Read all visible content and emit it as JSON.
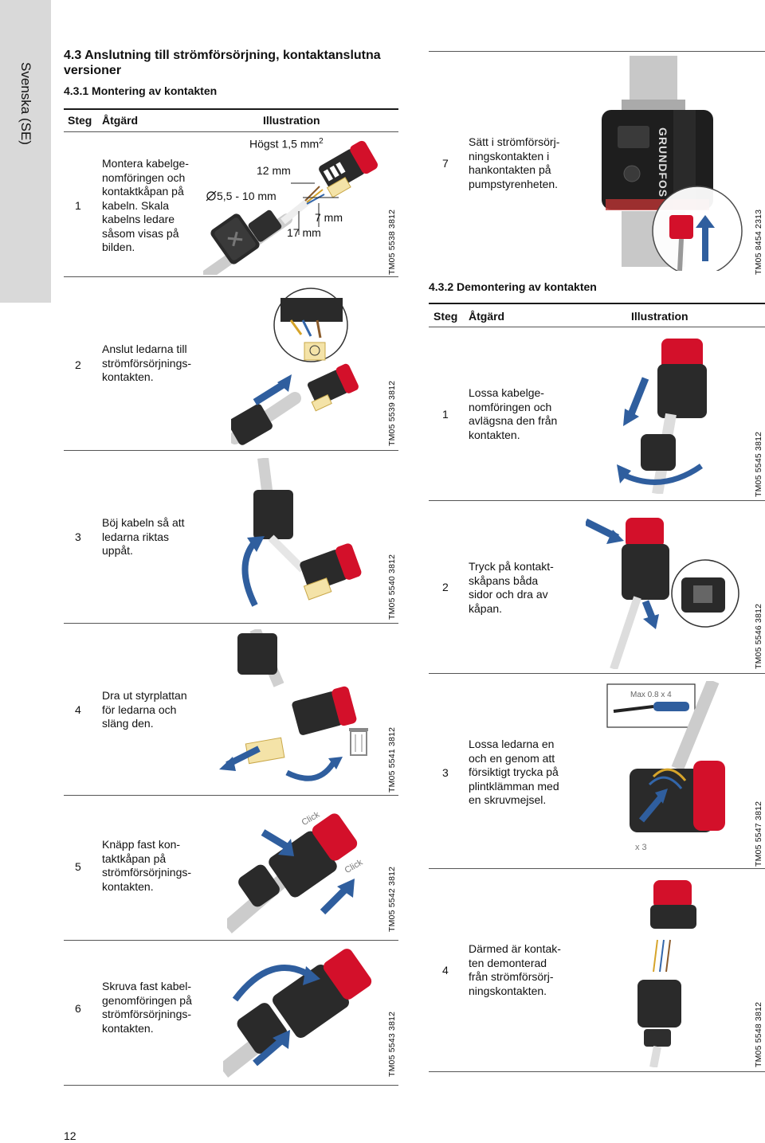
{
  "side_tab": "Svenska (SE)",
  "section_title": "4.3 Anslutning till strömförsörjning, kontaktanslutna versioner",
  "section_title_line1": "4.3 Anslutning till strömförsörjning, kontaktanslutna",
  "section_title_line2": "versioner",
  "subsection_mount": "4.3.1 Montering av kontakten",
  "subsection_dismount": "4.3.2 Demontering av kontakten",
  "headers": {
    "step": "Steg",
    "action": "Åtgärd",
    "illustration": "Illustration"
  },
  "illustration_1_labels": {
    "max_area": "Högst 1,5 mm",
    "max_area_sup": "2",
    "len12": "12 mm",
    "diameter": "5,5 - 10 mm",
    "len7": "7 mm",
    "len17": "17 mm"
  },
  "mount_steps": [
    {
      "step": "1",
      "text": "Montera kabelge-\nnomföringen och\nkontaktkåpan på\nkabeln. Skala\nkabelns ledare\nsåsom visas på\nbilden.",
      "code": "TM05 5538 3812"
    },
    {
      "step": "2",
      "text": "Anslut ledarna till\nströmförsörjnings-\nkontakten.",
      "code": "TM05 5539 3812"
    },
    {
      "step": "3",
      "text": "Böj kabeln så att\nledarna riktas\nuppåt.",
      "code": "TM05 5540 3812"
    },
    {
      "step": "4",
      "text": "Dra ut styrplattan\nför ledarna och\nsläng den.",
      "code": "TM05 5541 3812"
    },
    {
      "step": "5",
      "text": "Knäpp fast kon-\ntaktkåpan på\nströmförsörjnings-\nkontakten.",
      "code": "TM05 5542 3812"
    },
    {
      "step": "6",
      "text": "Skruva fast kabel-\ngenomföringen på\nströmförsörjnings-\nkontakten.",
      "code": "TM05 5543 3812"
    }
  ],
  "mount_step_7": {
    "step": "7",
    "text": "Sätt i strömförsörj-\nningskontakten i\nhankontakten på\npumpstyrenheten.",
    "code": "TM05 8454 2313"
  },
  "dismount_steps": [
    {
      "step": "1",
      "text": "Lossa kabelge-\nnomföringen och\navlägsna den från\nkontakten.",
      "code": "TM05 5545 3812"
    },
    {
      "step": "2",
      "text": "Tryck på kontakt-\nskåpans båda\nsidor och dra av\nkåpan.",
      "code": "TM05 5546 3812"
    },
    {
      "step": "3",
      "text": "Lossa ledarna en\noch en genom att\nförsiktigt trycka på\nplintklämman med\nen skruvmejsel.",
      "code": "TM05 5547 3812"
    },
    {
      "step": "4",
      "text": "Därmed är kontak-\nten demonterad\nfrån strömförsörj-\nningskontakten.",
      "code": "TM05 5548 3812"
    }
  ],
  "callouts": {
    "click": "Click",
    "screwdriver": "Max 0.8 x 4",
    "repeat": "x 3",
    "brand": "GRUNDFOS"
  },
  "page_number": "12",
  "colors": {
    "accent_red": "#d3102a",
    "arrow_blue": "#2f5e9e",
    "tab_gray": "#d9d9d9",
    "connector_dark": "#2a2a2a"
  }
}
